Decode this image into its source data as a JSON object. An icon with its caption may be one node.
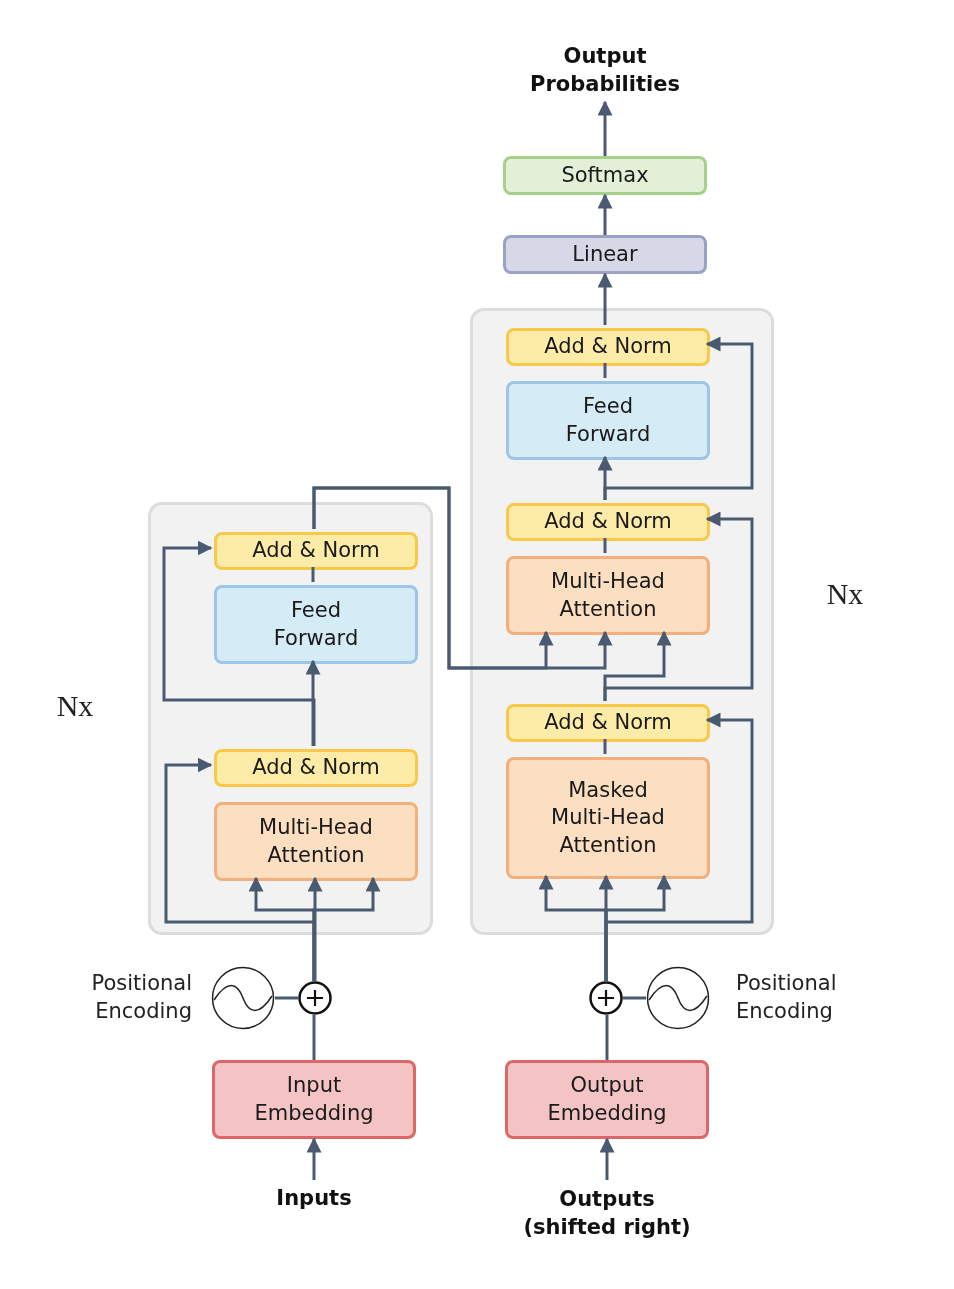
{
  "diagram": {
    "nodes": [
      {
        "text": [
          "Output Probabilities"
        ]
      },
      {
        "text": [
          "Softmax"
        ]
      },
      {
        "text": [
          "Linear"
        ]
      },
      {
        "text": [],
        "shape": "box",
        "beside": [
          "Nx"
        ]
      },
      {
        "text": [
          "Add & Norm"
        ],
        "in": 3
      },
      {
        "text": [
          "Feed Forward"
        ],
        "in": 3
      },
      {
        "text": [
          "Add & Norm"
        ],
        "in": 3
      },
      {
        "text": [
          "Multi-Head Attention"
        ],
        "in": 3
      },
      {
        "text": [
          "Add & Norm"
        ],
        "in": 3
      },
      {
        "text": [
          "Masked Multi-Head Attention"
        ],
        "in": 3
      },
      {
        "text": [],
        "shape": "box",
        "beside": [
          "Nx"
        ]
      },
      {
        "text": [
          "Add & Norm"
        ],
        "in": 10
      },
      {
        "text": [
          "Feed Forward"
        ],
        "in": 10
      },
      {
        "text": [
          "Add & Norm"
        ],
        "in": 10
      },
      {
        "text": [
          "Multi-Head Attention"
        ],
        "in": 10
      },
      {
        "text": [],
        "shape": "circle",
        "beside": [
          "Positional Encoding"
        ]
      },
      {
        "text": [],
        "shape": "circle"
      },
      {
        "text": [],
        "shape": "circle"
      },
      {
        "text": [],
        "shape": "circle",
        "beside": [
          "Positional Encoding"
        ]
      },
      {
        "text": [
          "Input Embedding"
        ]
      },
      {
        "text": [
          "Output Embedding"
        ]
      },
      {
        "text": [
          "Inputs"
        ]
      },
      {
        "text": [
          "Outputs (shifted right)"
        ]
      }
    ],
    "edges": [
      {
        "from": 21,
        "to": 19,
        "arrow": "to"
      },
      {
        "from": 19,
        "to": 16,
        "arrow": "none"
      },
      {
        "from": 15,
        "to": 16,
        "arrow": "none"
      },
      {
        "from": 16,
        "to": 14,
        "arrow": "to"
      },
      {
        "from": 16,
        "to": 14,
        "arrow": "to"
      },
      {
        "from": 16,
        "to": 14,
        "arrow": "to"
      },
      {
        "from": 16,
        "to": 13,
        "arrow": "to"
      },
      {
        "from": 13,
        "to": 12,
        "arrow": "to"
      },
      {
        "from": 13,
        "to": 11,
        "arrow": "to"
      },
      {
        "from": 12,
        "to": 11,
        "arrow": "none"
      },
      {
        "from": 11,
        "to": 7,
        "arrow": "to"
      },
      {
        "from": 11,
        "to": 7,
        "arrow": "to"
      },
      {
        "from": 22,
        "to": 20,
        "arrow": "to"
      },
      {
        "from": 20,
        "to": 17,
        "arrow": "none"
      },
      {
        "from": 18,
        "to": 17,
        "arrow": "none"
      },
      {
        "from": 17,
        "to": 9,
        "arrow": "to"
      },
      {
        "from": 17,
        "to": 9,
        "arrow": "to"
      },
      {
        "from": 17,
        "to": 9,
        "arrow": "to"
      },
      {
        "from": 17,
        "to": 8,
        "arrow": "to"
      },
      {
        "from": 9,
        "to": 8,
        "arrow": "none"
      },
      {
        "from": 8,
        "to": 7,
        "arrow": "to"
      },
      {
        "from": 8,
        "to": 6,
        "arrow": "to"
      },
      {
        "from": 7,
        "to": 6,
        "arrow": "none"
      },
      {
        "from": 6,
        "to": 5,
        "arrow": "to"
      },
      {
        "from": 6,
        "to": 4,
        "arrow": "to"
      },
      {
        "from": 5,
        "to": 4,
        "arrow": "none"
      },
      {
        "from": 4,
        "to": 2,
        "arrow": "to"
      },
      {
        "from": 2,
        "to": 1,
        "arrow": "to"
      },
      {
        "from": 1,
        "to": 0,
        "arrow": "to"
      }
    ]
  }
}
